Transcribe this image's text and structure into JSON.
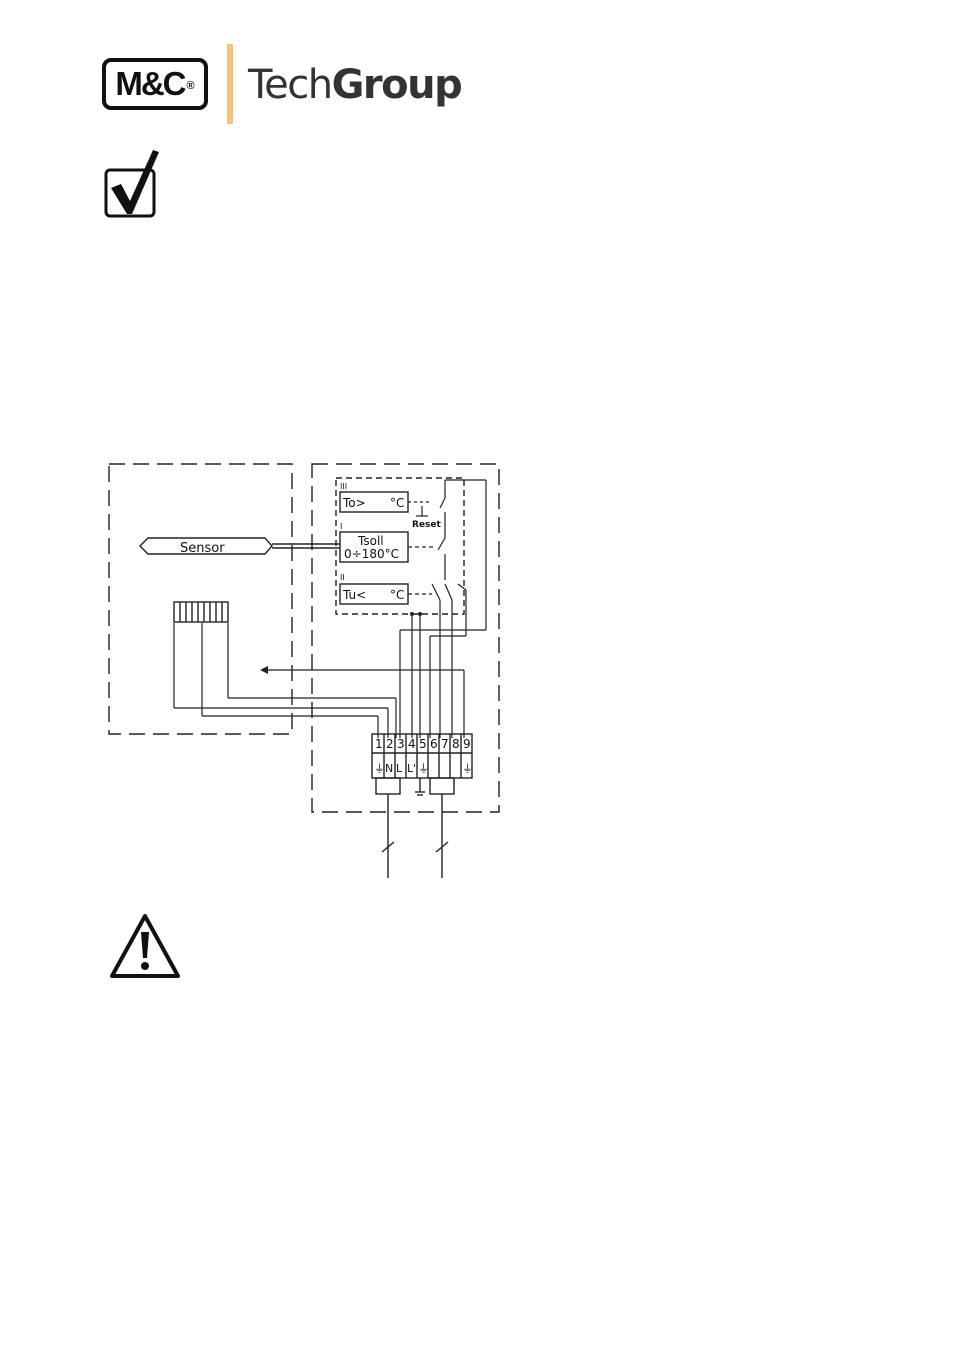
{
  "logo": {
    "badge": "M&C",
    "registered": "®",
    "word_light": "Tech",
    "word_bold": "Group",
    "accent_color": "#f7c27a"
  },
  "icons": {
    "check": "checkbox-checked-icon",
    "warning": "warning-triangle-icon"
  },
  "diagram": {
    "sensor_label": "Sensor",
    "overtemp": {
      "roman": "III",
      "label": "To>",
      "unit": "°C"
    },
    "reset_label": "Reset",
    "setpoint": {
      "roman": "I",
      "label": "Tsoll",
      "range": "0÷180°C"
    },
    "undertemp": {
      "roman": "II",
      "label": "Tu<",
      "unit": "°C"
    },
    "terminal_numbers": [
      "1",
      "2",
      "3",
      "4",
      "5",
      "6",
      "7",
      "8",
      "9"
    ],
    "terminal_marks": [
      "⏚",
      "N",
      "L",
      "L'",
      "⏚",
      "",
      "",
      "",
      "⏚"
    ]
  }
}
